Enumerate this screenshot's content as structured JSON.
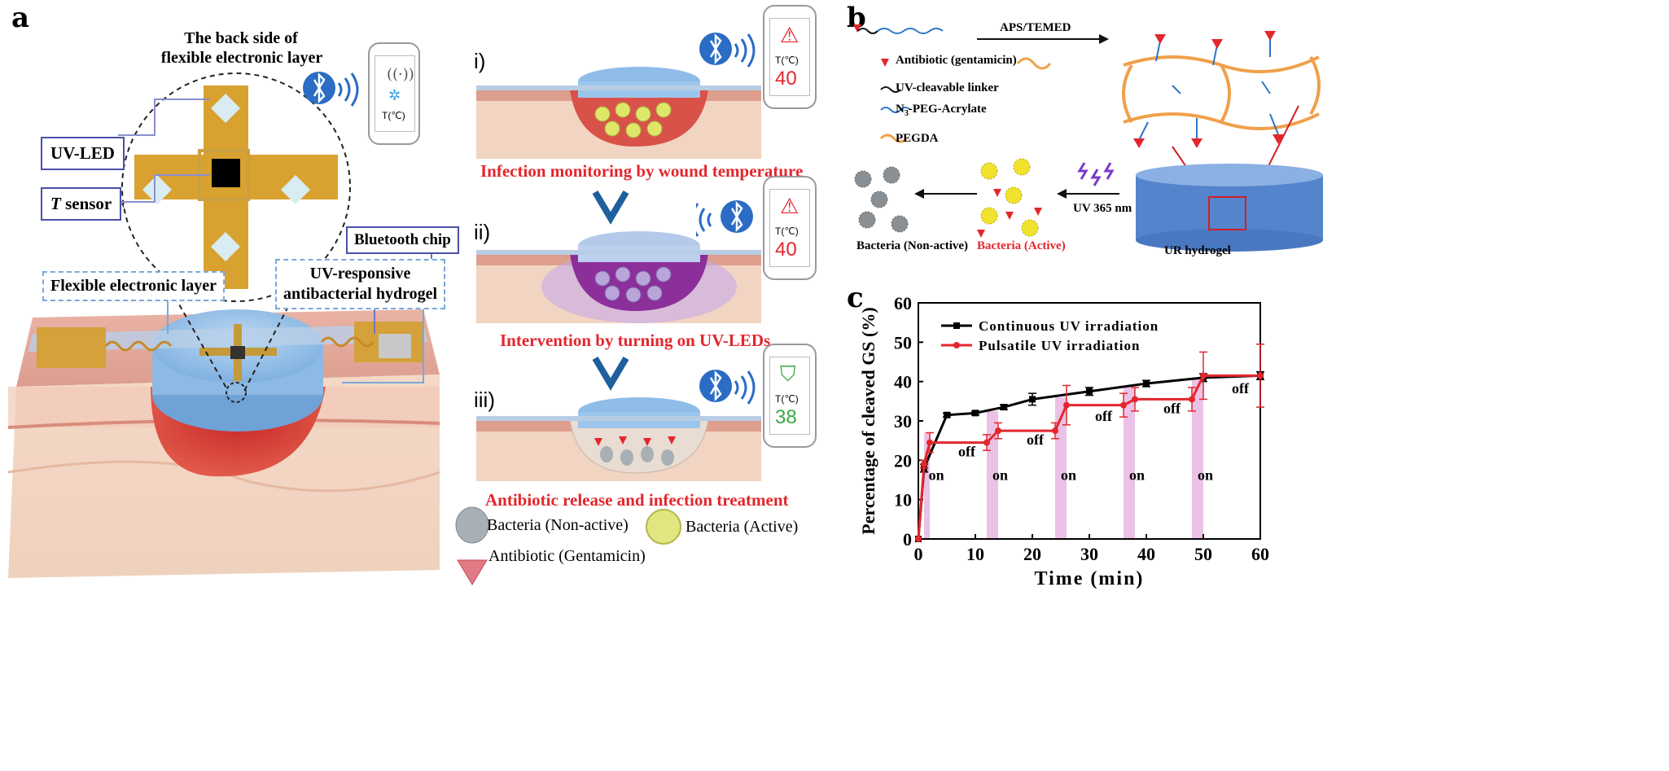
{
  "panels": {
    "a": "a",
    "b": "b",
    "c": "c"
  },
  "panel_a": {
    "back_side_line1": "The back side of",
    "back_side_line2": "flexible electronic layer",
    "uv_led": "UV-LED",
    "t_sensor_italic": "T",
    "t_sensor_rest": " sensor",
    "bluetooth_chip": "Bluetooth chip",
    "flexible_layer": "Flexible electronic layer",
    "hydrogel_line1": "UV-responsive",
    "hydrogel_line2": "antibacterial hydrogel",
    "phone_temp_label": "T(℃)"
  },
  "steps": [
    {
      "numeral": "i)",
      "caption": "Infection monitoring by wound temperature",
      "temp": "40",
      "temp_color": "#e3262d",
      "status": "warning"
    },
    {
      "numeral": "ii)",
      "caption": "Intervention by turning on  UV-LEDs",
      "temp": "40",
      "temp_color": "#e3262d",
      "status": "warning"
    },
    {
      "numeral": "iii)",
      "caption": "Antibiotic release and infection treatment",
      "temp": "38",
      "temp_color": "#3aa845",
      "status": "ok"
    }
  ],
  "legend_a": {
    "non_active": "Bacteria (Non-active)",
    "active": "Bacteria (Active)",
    "antibiotic": "Antibiotic (Gentamicin)"
  },
  "panel_b": {
    "reaction": "APS/TEMED",
    "antibiotic": "Antibiotic (gentamicin)",
    "linker": "UV-cleavable linker",
    "peg_pre": "N",
    "peg_sub": "3",
    "peg_post": "-PEG-Acrylate",
    "pegda": "PEGDA",
    "uv": "UV 365 nm",
    "bact_non": "Bacteria (Non-active)",
    "bact_act": "Bacteria (Active)",
    "hydrogel": "UR hydrogel"
  },
  "chart_data": {
    "type": "line",
    "xlabel": "Time (min)",
    "ylabel": "Percentage of cleaved GS (%)",
    "xlim": [
      0,
      60
    ],
    "ylim": [
      0,
      60
    ],
    "xticks": [
      0,
      10,
      20,
      30,
      40,
      50,
      60
    ],
    "yticks": [
      0,
      10,
      20,
      30,
      40,
      50,
      60
    ],
    "series": [
      {
        "name": "Continuous UV irradiation",
        "color": "#000000",
        "x": [
          0,
          1,
          5,
          10,
          15,
          20,
          30,
          40,
          50,
          60
        ],
        "y": [
          0,
          18,
          31.5,
          32,
          33.5,
          35.5,
          37.5,
          39.5,
          41,
          41.5
        ],
        "err": [
          0,
          1,
          0.5,
          0.5,
          0.6,
          1.5,
          1,
          0.8,
          1,
          1
        ]
      },
      {
        "name": "Pulsatile UV irradiation",
        "color": "#e3262d",
        "x": [
          0,
          1,
          2,
          12,
          14,
          24,
          26,
          36,
          38,
          48,
          50,
          60
        ],
        "y": [
          0,
          19,
          24.5,
          24.5,
          27.5,
          27.5,
          34,
          34,
          35.5,
          35.5,
          41.5,
          41.5
        ],
        "err": [
          0,
          1,
          2.5,
          2,
          2,
          2,
          5,
          3,
          3,
          3,
          6,
          8
        ]
      }
    ],
    "on_windows": [
      [
        1,
        2
      ],
      [
        12,
        14
      ],
      [
        24,
        26
      ],
      [
        36,
        38
      ],
      [
        48,
        50
      ]
    ],
    "on_bar_height": [
      27,
      32.5,
      36,
      38.5,
      41
    ],
    "annotations": [
      {
        "text": "on",
        "x": 1.8,
        "y": 15
      },
      {
        "text": "on",
        "x": 13,
        "y": 15
      },
      {
        "text": "on",
        "x": 25,
        "y": 15
      },
      {
        "text": "on",
        "x": 37,
        "y": 15
      },
      {
        "text": "on",
        "x": 49,
        "y": 15
      },
      {
        "text": "off",
        "x": 7,
        "y": 21
      },
      {
        "text": "off",
        "x": 19,
        "y": 24
      },
      {
        "text": "off",
        "x": 31,
        "y": 30
      },
      {
        "text": "off",
        "x": 43,
        "y": 32
      },
      {
        "text": "off",
        "x": 55,
        "y": 37
      }
    ]
  }
}
